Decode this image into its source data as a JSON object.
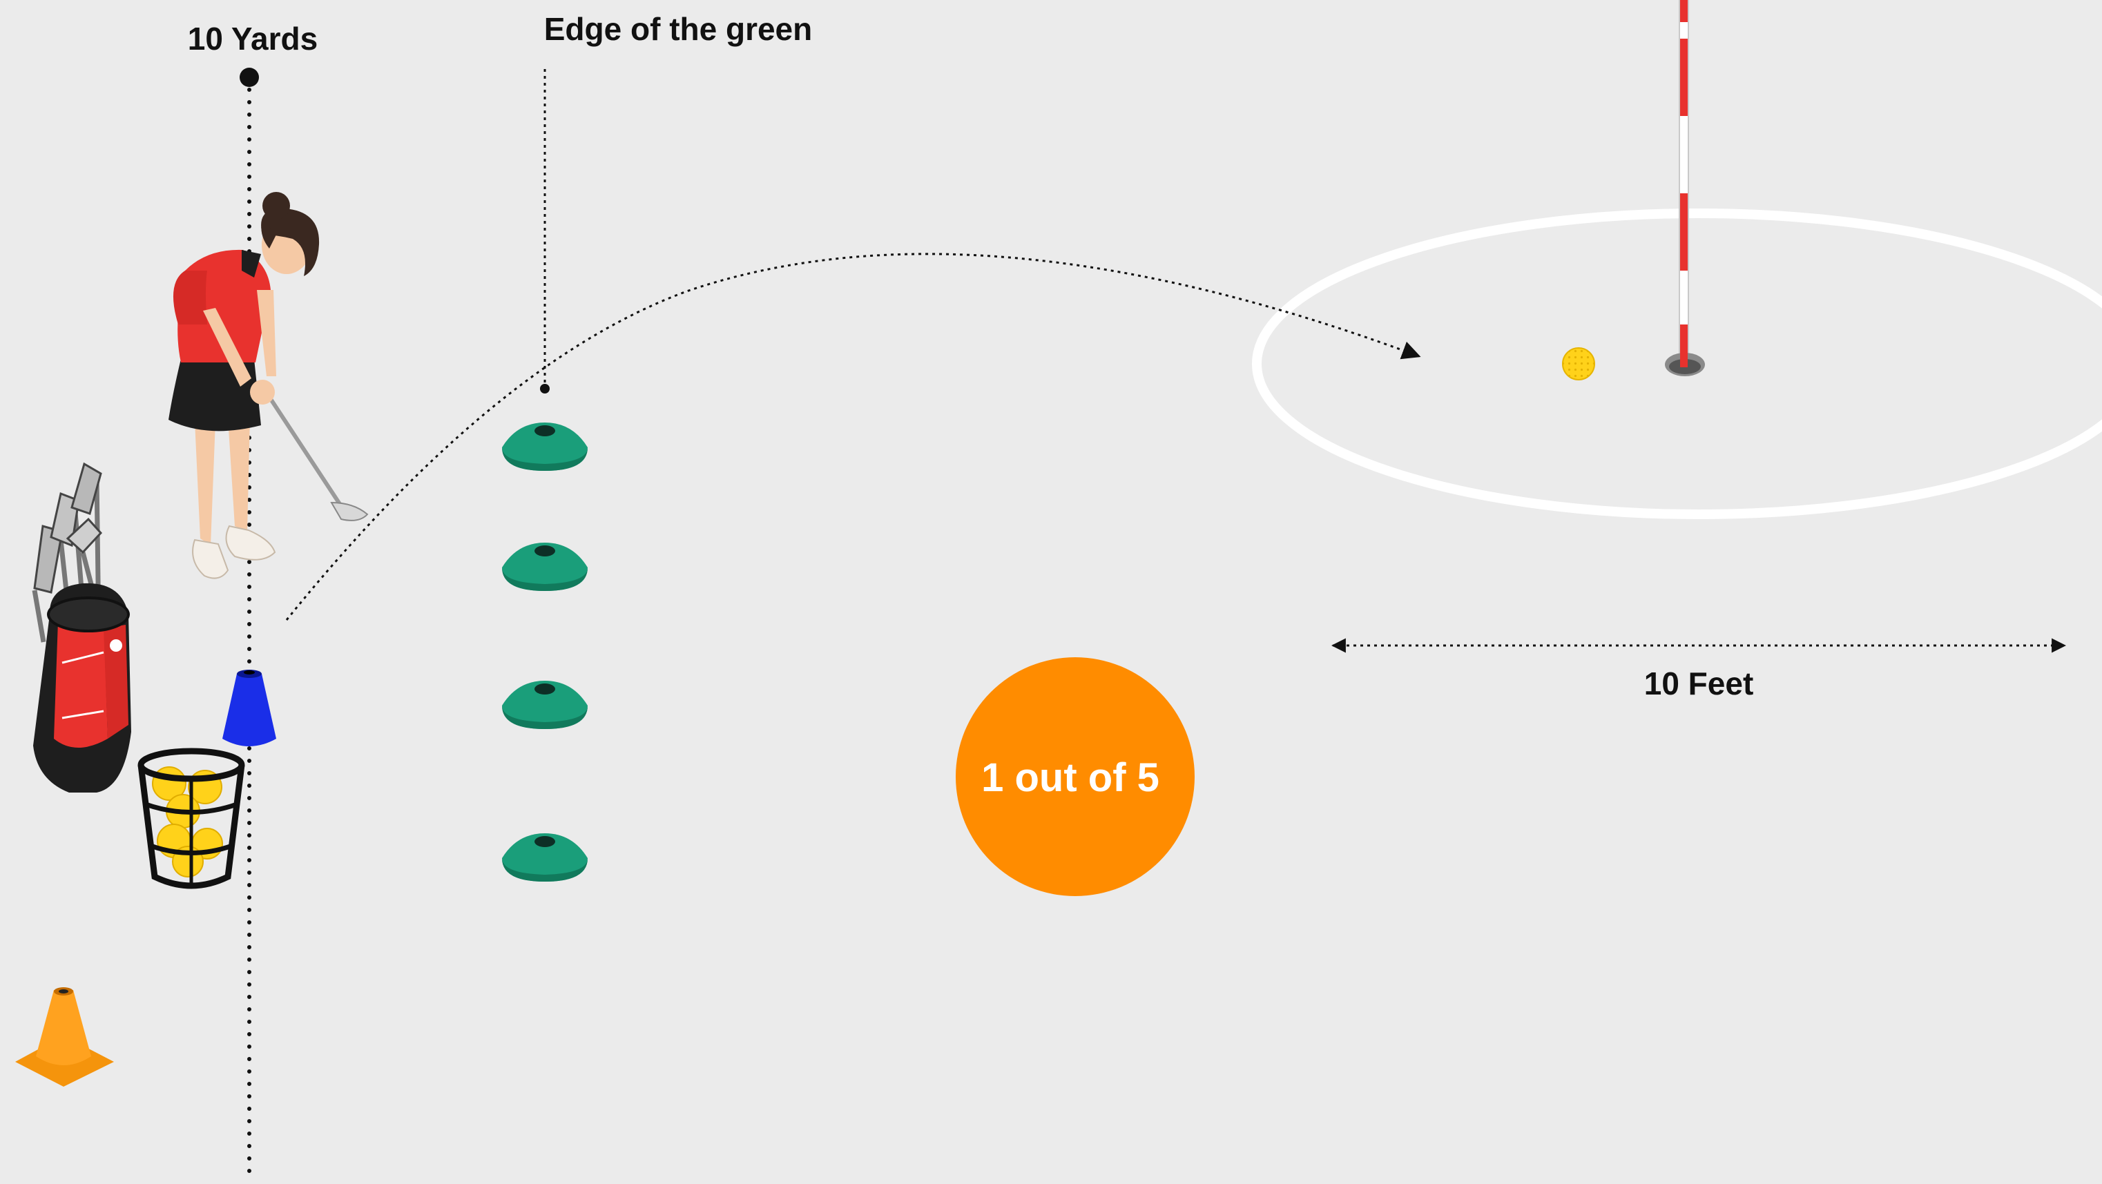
{
  "labels": {
    "distance_marker": "10 Yards",
    "green_edge": "Edge of the green",
    "circle_radius": "10 Feet",
    "score_badge": "1 out of 5"
  },
  "colors": {
    "background": "#ebebeb",
    "target_circle": "#ffffff",
    "score_badge": "#ff8c00",
    "marker_cone": "#1a9e7a",
    "tee_cone": "#1a2ee8",
    "traffic_cone": "#ffa21f",
    "flag_stripe": "#e8322e",
    "ball": "#ffd21a",
    "shirt": "#e8322e"
  },
  "icons": {
    "golfer": "golfer-icon",
    "golf_bag": "golf-bag-icon",
    "ball_basket": "ball-basket-icon",
    "flagstick": "flagstick-icon",
    "golf_ball": "golf-ball-icon",
    "cup": "hole-icon",
    "marker_cone": "disc-cone-icon",
    "tee_cone": "blue-cone-icon",
    "traffic_cone": "traffic-cone-icon"
  }
}
